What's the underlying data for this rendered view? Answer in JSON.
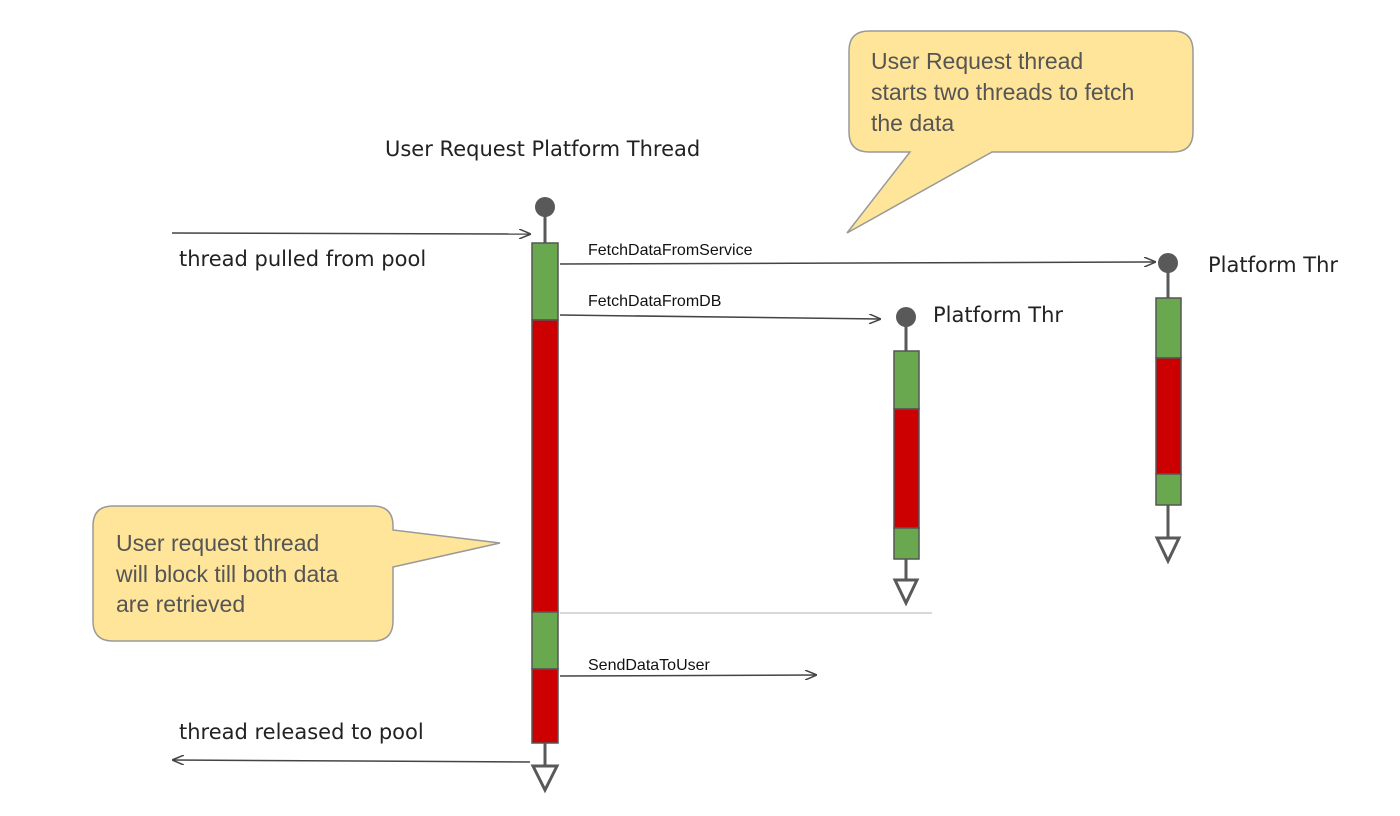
{
  "title": "User Request Platform Thread",
  "colors": {
    "active": "#6aa84f",
    "blocked": "#cc0000",
    "lifeline": "#595959",
    "callout_fill": "#ffe599",
    "callout_stroke": "#999999",
    "arrow": "#444444",
    "sync_line": "#cccccc"
  },
  "threads": {
    "main_label": "User Request Platform Thread",
    "db_label": "Platform Thr",
    "service_label": "Platform Thr"
  },
  "events": {
    "pulled": "thread pulled from pool",
    "released": "thread released to pool"
  },
  "messages": {
    "service": "FetchDataFromService",
    "db": "FetchDataFromDB",
    "send": "SendDataToUser"
  },
  "callouts": {
    "top": [
      "User Request thread",
      "starts two threads to fetch",
      "the data"
    ],
    "left": [
      "User request thread",
      "will block till both data",
      "are retrieved"
    ]
  }
}
